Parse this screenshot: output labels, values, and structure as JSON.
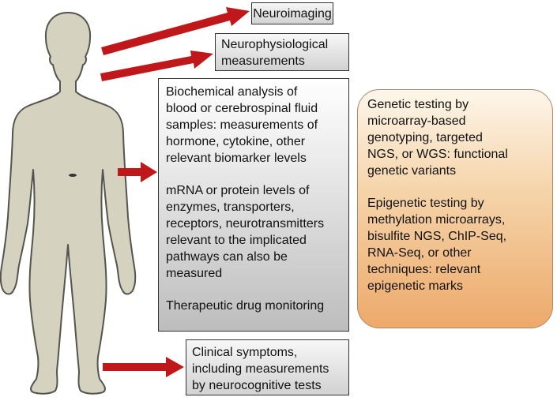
{
  "boxes": {
    "neuroimaging": "Neuroimaging",
    "neurophysiological": "Neurophysiological\nmeasurements",
    "biochemical": [
      "Biochemical analysis of\nblood or cerebrospinal fluid\nsamples: measurements of\nhormone, cytokine, other\nrelevant biomarker levels",
      "mRNA or protein levels of\nenzymes, transporters,\nreceptors, neurotransmitters\nrelevant to the implicated\npathways can also be\nmeasured",
      "Therapeutic drug monitoring"
    ],
    "clinical": "Clinical symptoms,\nincluding measurements\nby neurocognitive tests",
    "genetic": [
      "Genetic testing by\nmicroarray-based\ngenotyping, targeted\nNGS, or WGS: functional\ngenetic variants",
      "Epigenetic testing by\nmethylation microarrays,\nbisulfite NGS, ChIP-Seq,\nRNA-Seq, or other\ntechniques: relevant\nepigenetic marks"
    ]
  },
  "colors": {
    "arrow": "#c0171b",
    "body_fill": "#d6d2c0",
    "body_stroke": "#55544e",
    "orange_box": "#eda96a",
    "grey_box": "#d2d2d2"
  }
}
